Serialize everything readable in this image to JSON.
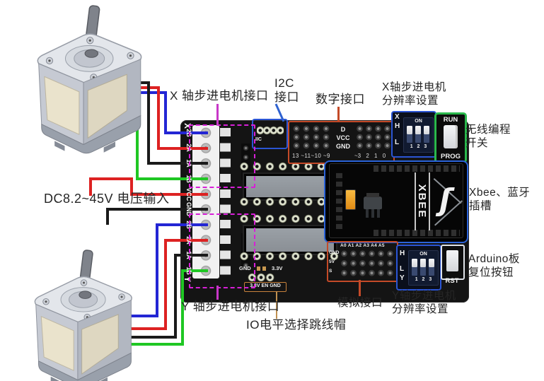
{
  "labels": {
    "x_motor_interface": "X 轴步进电机接口",
    "i2c": [
      "I2C",
      "接口"
    ],
    "digital": "数字接口",
    "x_resolution": [
      "X轴步进电机",
      "分辨率设置"
    ],
    "wireless_switch": [
      "无线编程",
      "开关"
    ],
    "xbee_slot": [
      "Xbee、蓝牙",
      "插槽"
    ],
    "arduino_reset": [
      "Arduino板",
      "复位按钮"
    ],
    "dc_input": "DC8.2~45V 电压输入",
    "y_motor_interface": "Y 轴步进电机接口",
    "io_jumper": "IO电平选择跳线帽",
    "analog": "模拟接口",
    "y_resolution": [
      "Y轴步进电机",
      "分辨率设置"
    ]
  },
  "board": {
    "side_labels": [
      "X",
      "2B",
      "2A",
      "1A",
      "1B",
      "VCC",
      "GND",
      "2B",
      "2A",
      "1A",
      "1B",
      "Y"
    ],
    "i2c_silk": "IIC",
    "digital_rows": [
      "D",
      "VCC",
      "GND"
    ],
    "digital_pins_left": "13 ~11~10 ~9",
    "digital_pins_right": "~3 2 1 0",
    "dip_x": {
      "axis": "X",
      "h": "H",
      "l": "L",
      "on": "ON",
      "n": "1 2 3"
    },
    "dip_y": {
      "axis": "Y",
      "h": "H",
      "l": "L",
      "on": "ON",
      "n": "1 2 3"
    },
    "run_prog": {
      "run": "RUN",
      "prog": "PROG"
    },
    "xbee": "XBEE",
    "analog_cols": "A0 A1 A2 A3 A4 A5",
    "analog_rows": [
      "GND",
      "5V",
      "S"
    ],
    "reset": "RST",
    "jumper": {
      "gnd": "GND",
      "v33": "3.3V",
      "label": "3.3V EN GND"
    }
  },
  "colors": {
    "wire_red": "#dd2222",
    "wire_blue": "#2326d4",
    "wire_green": "#1fc723",
    "wire_black": "#1a1a1a",
    "outline_magenta": "#d81fd8",
    "outline_blue": "#2b55d4",
    "outline_orange": "#c44a28",
    "outline_green": "#2ab84c",
    "board": "#141414",
    "led_orange": "#f0a62e"
  }
}
